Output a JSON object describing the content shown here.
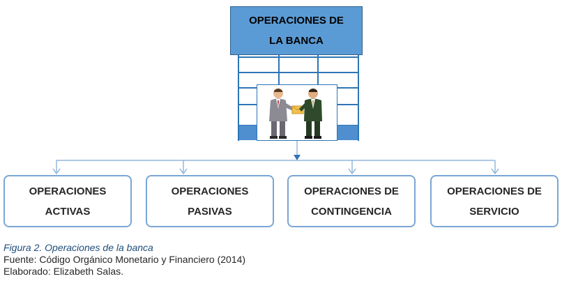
{
  "title": {
    "line1": "OPERACIONES DE",
    "line2": "LA BANCA"
  },
  "boxes": [
    {
      "line1": "OPERACIONES",
      "line2": "ACTIVAS"
    },
    {
      "line1": "OPERACIONES",
      "line2": "PASIVAS"
    },
    {
      "line1": "OPERACIONES DE",
      "line2": "CONTINGENCIA"
    },
    {
      "line1": "OPERACIONES DE",
      "line2": "SERVICIO"
    }
  ],
  "illustration": {
    "icon": "businessmen-handshake-icon"
  },
  "caption": {
    "figure": "Figura 2. Operaciones de la banca",
    "source": "Fuente: Código Orgánico Monetario y Financiero (2014)",
    "author": "Elaborado: Elizabeth Salas."
  },
  "colors": {
    "title_fill": "#5b9bd5",
    "grid": "#2e75b6",
    "box_border": "#7aa6d6",
    "caption_fig": "#1f4e79"
  }
}
